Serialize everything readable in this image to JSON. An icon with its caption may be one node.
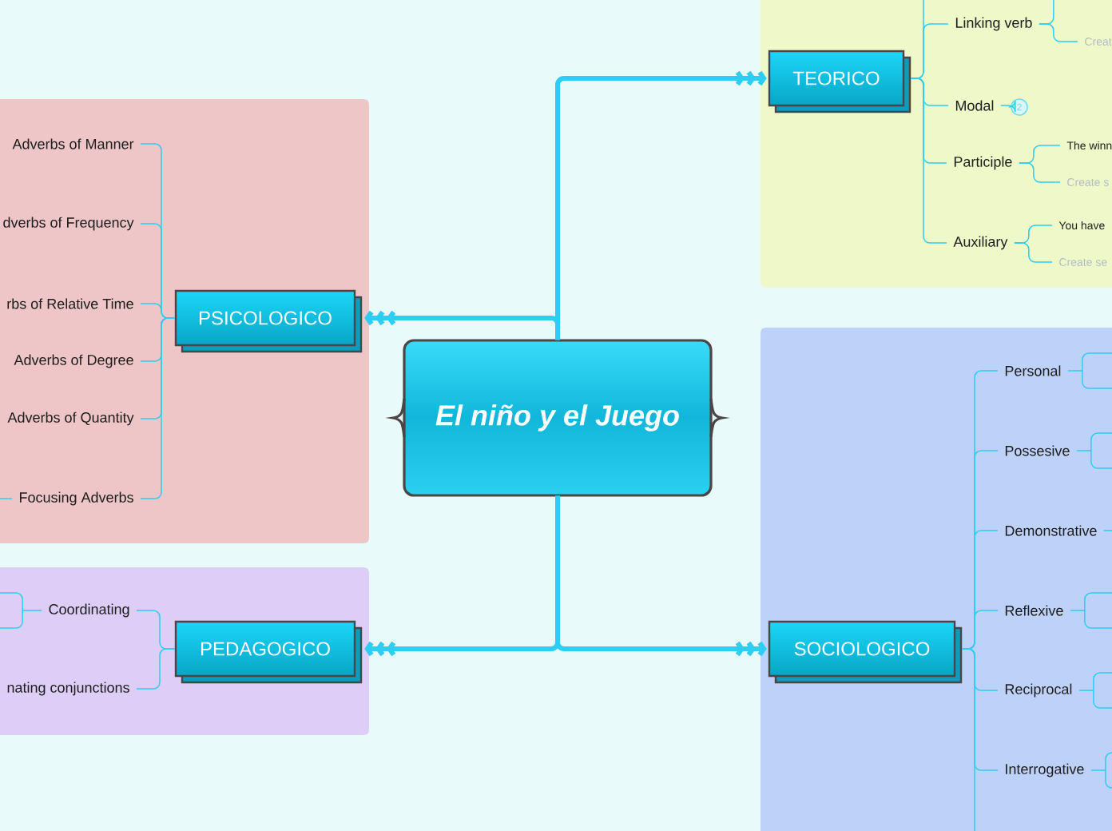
{
  "diagram": {
    "nodes": [
      {
        "text": [
          "El niño y el Juego"
        ]
      },
      {
        "text": [],
        "shape": "box"
      },
      {
        "text": [
          "TEORICO"
        ],
        "in": 1
      },
      {
        "text": [
          "Linking verb"
        ],
        "in": 1
      },
      {
        "text": [
          "Creat"
        ],
        "in": 1
      },
      {
        "text": [
          "Modal"
        ],
        "in": 1
      },
      {
        "text": [
          "2"
        ],
        "in": 1
      },
      {
        "text": [
          "Participle"
        ],
        "in": 1
      },
      {
        "text": [
          "The winn"
        ],
        "in": 1
      },
      {
        "text": [
          "Create s"
        ],
        "in": 1
      },
      {
        "text": [
          "Auxiliary"
        ],
        "in": 1
      },
      {
        "text": [
          "You have"
        ],
        "in": 1
      },
      {
        "text": [
          "Create se"
        ],
        "in": 1
      },
      {
        "text": [],
        "shape": "box"
      },
      {
        "text": [
          "PSICOLOGICO"
        ],
        "in": 13
      },
      {
        "text": [
          "Adverbs of Manner"
        ],
        "in": 13
      },
      {
        "text": [
          "dverbs of Frequency"
        ],
        "in": 13
      },
      {
        "text": [
          "rbs of Relative Time"
        ],
        "in": 13
      },
      {
        "text": [
          "Adverbs of Degree"
        ],
        "in": 13
      },
      {
        "text": [
          "Adverbs of Quantity"
        ],
        "in": 13
      },
      {
        "text": [
          "Focusing Adverbs"
        ],
        "in": 13
      },
      {
        "text": [],
        "shape": "box"
      },
      {
        "text": [
          "PEDAGOGICO"
        ],
        "in": 21
      },
      {
        "text": [
          "Coordinating"
        ],
        "in": 21
      },
      {
        "text": [
          "nating conjunctions"
        ],
        "in": 21
      },
      {
        "text": [],
        "shape": "box"
      },
      {
        "text": [
          "SOCIOLOGICO"
        ],
        "in": 25
      },
      {
        "text": [
          "Personal"
        ],
        "in": 25
      },
      {
        "text": [
          "Possesive"
        ],
        "in": 25
      },
      {
        "text": [
          "Demonstrative"
        ],
        "in": 25
      },
      {
        "text": [
          "Reflexive"
        ],
        "in": 25
      },
      {
        "text": [
          "Reciprocal"
        ],
        "in": 25
      },
      {
        "text": [
          "Interrogative"
        ],
        "in": 25
      }
    ],
    "edges": [
      {
        "from": 0,
        "to": 2,
        "arrow": "to",
        "style": "thick"
      },
      {
        "from": 0,
        "to": 14,
        "arrow": "to",
        "style": "thick"
      },
      {
        "from": 0,
        "to": 22,
        "arrow": "to",
        "style": "thick"
      },
      {
        "from": 0,
        "to": 26,
        "arrow": "to",
        "style": "thick"
      },
      {
        "from": 2,
        "to": 3,
        "arrow": "none"
      },
      {
        "from": 2,
        "to": 5,
        "arrow": "none"
      },
      {
        "from": 2,
        "to": 7,
        "arrow": "none"
      },
      {
        "from": 2,
        "to": 10,
        "arrow": "none"
      },
      {
        "from": 2,
        "to": null,
        "arrow": "none"
      },
      {
        "from": 3,
        "to": 4,
        "arrow": "none"
      },
      {
        "from": 3,
        "to": null,
        "arrow": "none"
      },
      {
        "from": 5,
        "to": 6,
        "arrow": "none"
      },
      {
        "from": 7,
        "to": 8,
        "arrow": "none"
      },
      {
        "from": 7,
        "to": 9,
        "arrow": "none"
      },
      {
        "from": 10,
        "to": 11,
        "arrow": "none"
      },
      {
        "from": 10,
        "to": 12,
        "arrow": "none"
      },
      {
        "from": 14,
        "to": 15,
        "arrow": "none"
      },
      {
        "from": 14,
        "to": 16,
        "arrow": "none"
      },
      {
        "from": 14,
        "to": 17,
        "arrow": "none"
      },
      {
        "from": 14,
        "to": 18,
        "arrow": "none"
      },
      {
        "from": 14,
        "to": 19,
        "arrow": "none"
      },
      {
        "from": 14,
        "to": 20,
        "arrow": "none"
      },
      {
        "from": 20,
        "to": null,
        "arrow": "none"
      },
      {
        "from": 22,
        "to": 23,
        "arrow": "none"
      },
      {
        "from": 22,
        "to": 24,
        "arrow": "none"
      },
      {
        "from": 23,
        "to": null,
        "arrow": "none"
      },
      {
        "from": 26,
        "to": 27,
        "arrow": "none"
      },
      {
        "from": 26,
        "to": 28,
        "arrow": "none"
      },
      {
        "from": 26,
        "to": 29,
        "arrow": "none"
      },
      {
        "from": 26,
        "to": 30,
        "arrow": "none"
      },
      {
        "from": 26,
        "to": 31,
        "arrow": "none"
      },
      {
        "from": 26,
        "to": 32,
        "arrow": "none"
      },
      {
        "from": 26,
        "to": null,
        "arrow": "none"
      },
      {
        "from": 27,
        "to": null,
        "arrow": "none"
      },
      {
        "from": 28,
        "to": null,
        "arrow": "none"
      },
      {
        "from": 29,
        "to": null,
        "arrow": "none"
      },
      {
        "from": 30,
        "to": null,
        "arrow": "none"
      },
      {
        "from": 31,
        "to": null,
        "arrow": "none"
      },
      {
        "from": 32,
        "to": null,
        "arrow": "none"
      }
    ]
  }
}
